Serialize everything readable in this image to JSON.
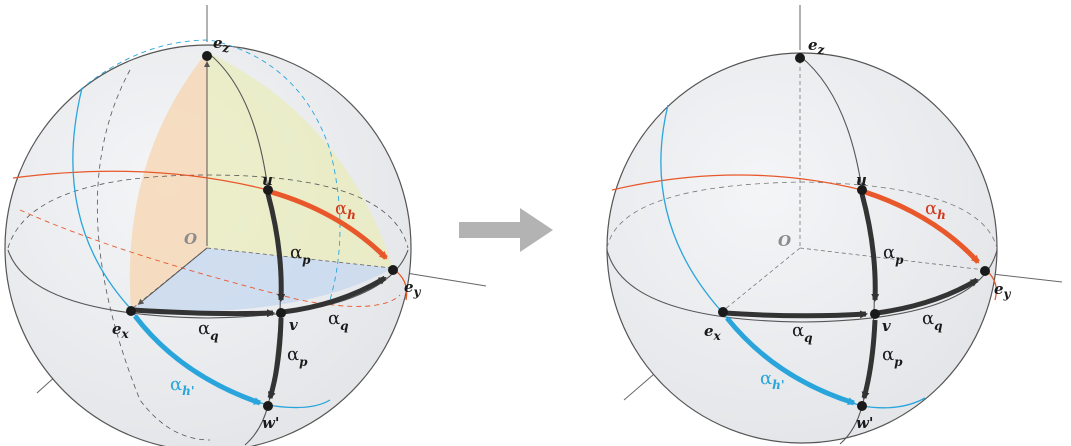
{
  "labels": {
    "ez": "e",
    "ez_sub": "z",
    "ex": "e",
    "ex_sub": "x",
    "ey": "e",
    "ey_sub": "y",
    "o": "O",
    "u": "u",
    "v": "v",
    "w": "w'"
  },
  "arcs": {
    "alpha": "α",
    "h": "h",
    "h_prime": "h'",
    "p": "p",
    "q": "q"
  },
  "colors": {
    "orange": "#e8582a",
    "blue": "#2aa5dc",
    "arrow_gray": "#b3b3b3",
    "dark": "#333333"
  }
}
